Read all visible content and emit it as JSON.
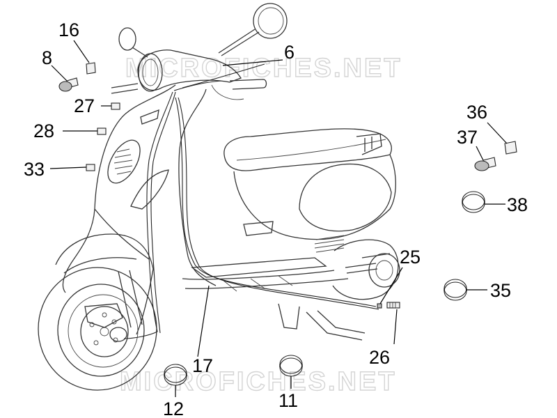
{
  "diagram": {
    "watermark_text": "MICROFICHES.NET",
    "callouts": [
      "16",
      "8",
      "6",
      "27",
      "28",
      "33",
      "36",
      "37",
      "38",
      "25",
      "35",
      "26",
      "17",
      "12",
      "11"
    ]
  },
  "colors": {
    "line": "#000000",
    "watermark": "#d4d4d4",
    "background": "#ffffff"
  }
}
